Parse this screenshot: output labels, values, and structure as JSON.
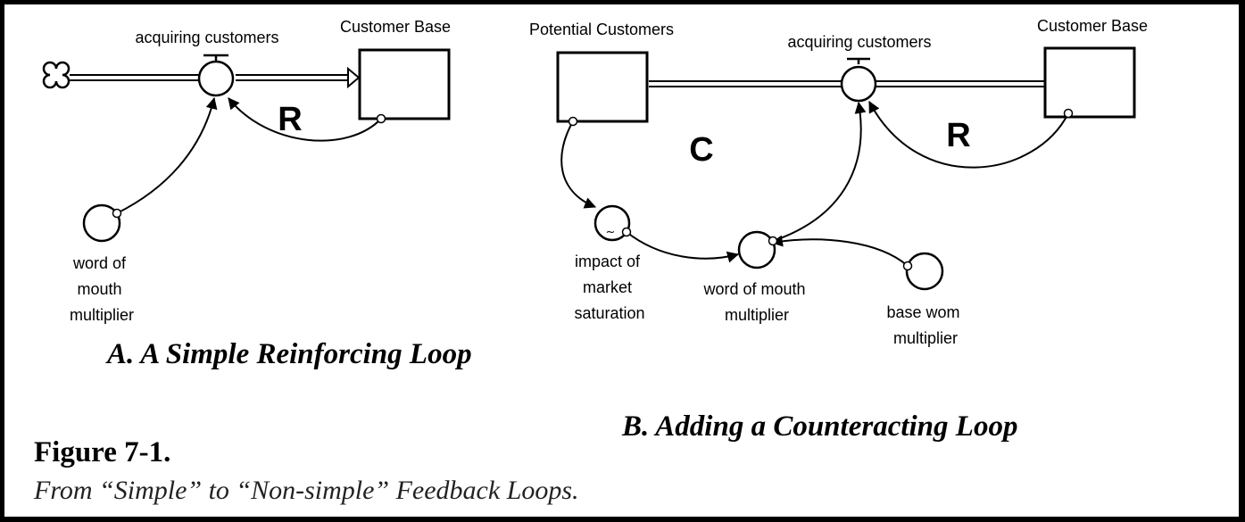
{
  "panel_a": {
    "flow_label": "acquiring customers",
    "stock_label": "Customer Base",
    "loop_label": "R",
    "aux_label": [
      "word of",
      "mouth",
      "multiplier"
    ],
    "caption": "A. A Simple Reinforcing Loop"
  },
  "panel_b": {
    "source_stock_label": "Potential Customers",
    "flow_label": "acquiring customers",
    "stock_label": "Customer Base",
    "loop_c_label": "C",
    "loop_r_label": "R",
    "saturation_label": [
      "impact of",
      "market",
      "saturation"
    ],
    "saturation_symbol": "~",
    "wom_label": [
      "word of mouth",
      "multiplier"
    ],
    "base_label": [
      "base wom",
      "multiplier"
    ],
    "caption": "B. Adding a Counteracting Loop"
  },
  "figure": {
    "number": "Figure 7-1.",
    "subtitle": "From “Simple” to “Non-simple” Feedback Loops."
  }
}
